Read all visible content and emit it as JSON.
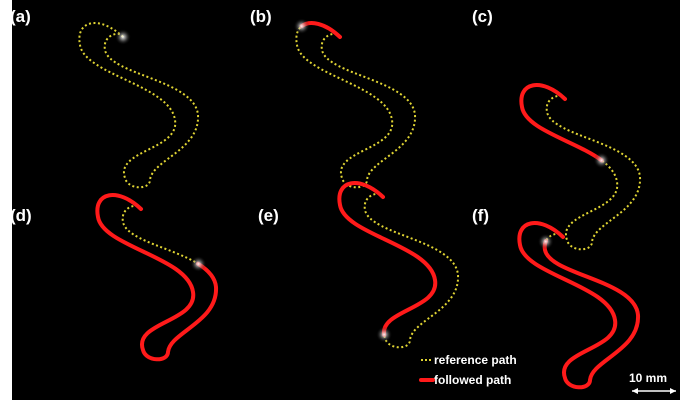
{
  "figure": {
    "panels": [
      {
        "label": "(a)",
        "followed_fraction": 0.0
      },
      {
        "label": "(b)",
        "followed_fraction": 0.08
      },
      {
        "label": "(c)",
        "followed_fraction": 0.3
      },
      {
        "label": "(d)",
        "followed_fraction": 0.78
      },
      {
        "label": "(e)",
        "followed_fraction": 0.5
      },
      {
        "label": "(f)",
        "followed_fraction": 0.96
      }
    ],
    "legend": {
      "reference": "reference path",
      "followed": "followed path"
    },
    "scale_bar": "10 mm",
    "colors": {
      "background": "#000000",
      "reference": "#e0d433",
      "followed": "#ff1a1a",
      "text": "#ffffff"
    }
  }
}
